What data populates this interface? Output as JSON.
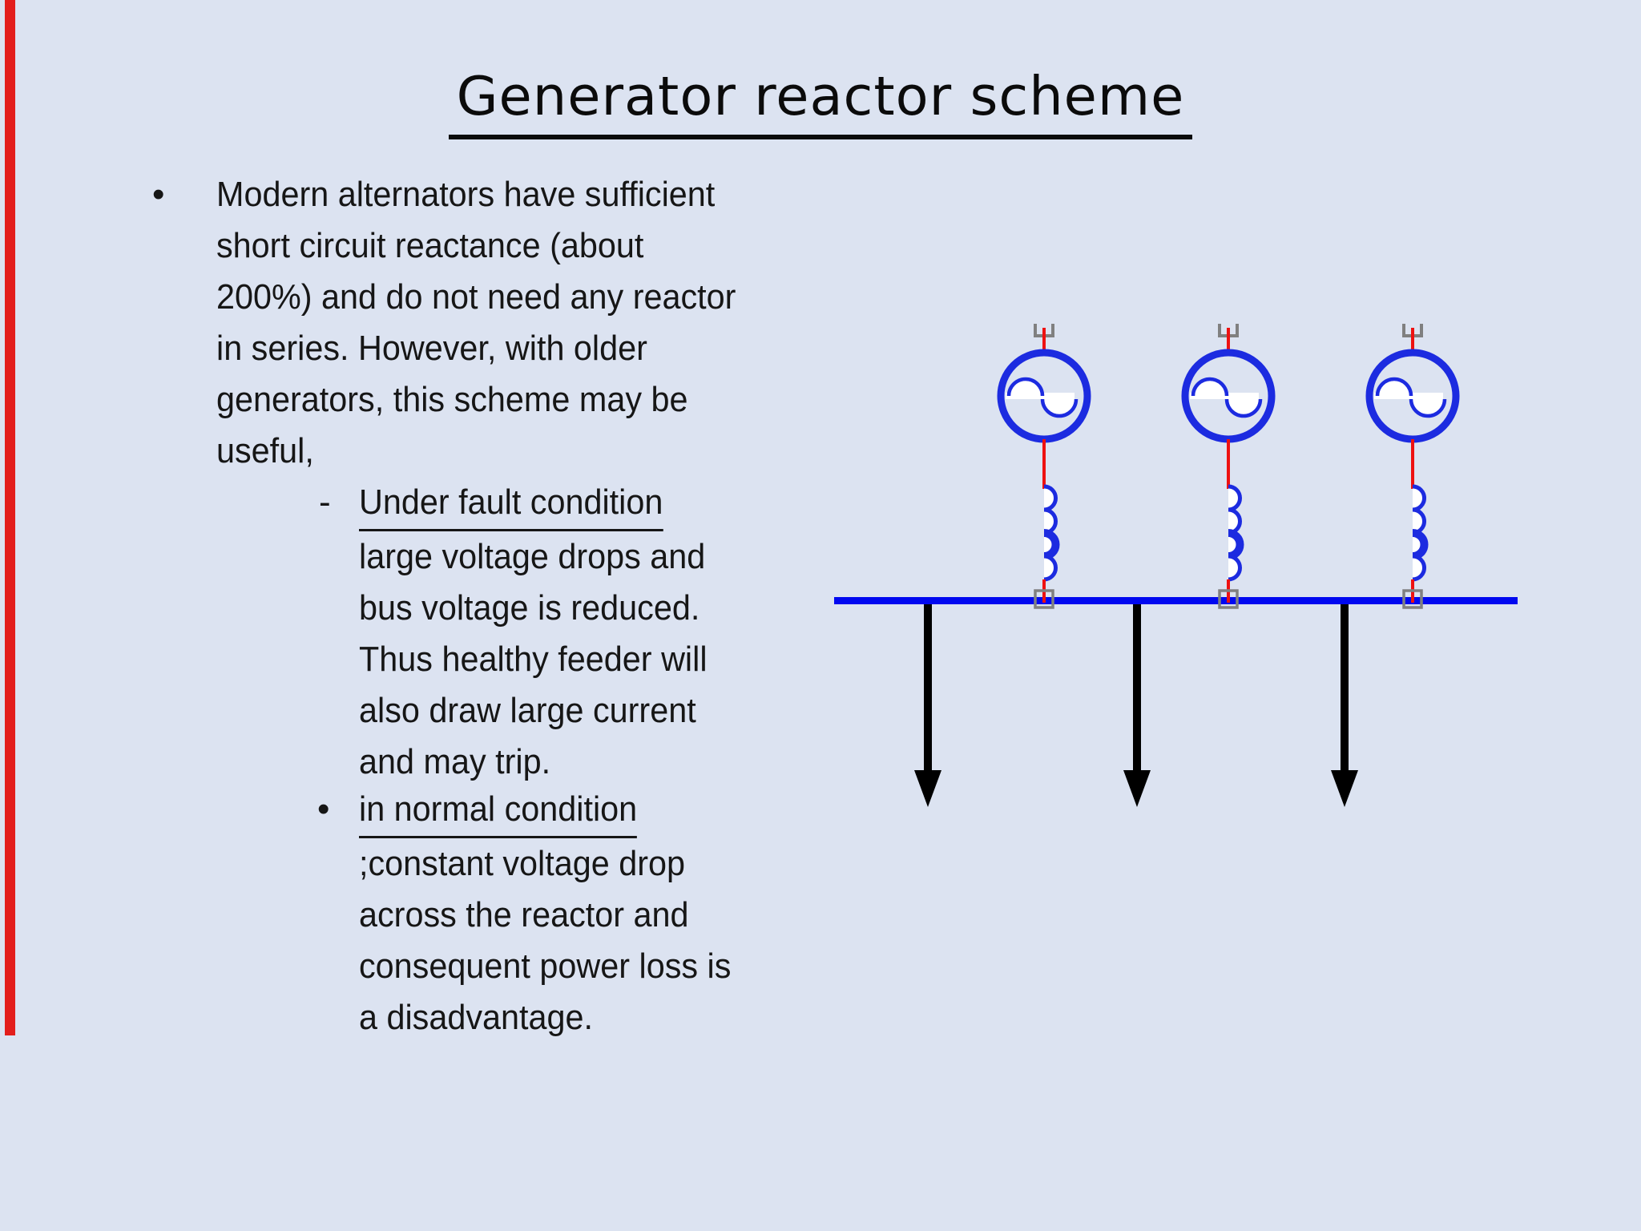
{
  "slide": {
    "title": "Generator reactor scheme",
    "background_color": "#dce3f1",
    "text_color": "#161616",
    "edge_stripe_color": "#e31e1c",
    "bullets": {
      "main": {
        "marker": "•",
        "text": "Modern alternators have sufficient\nshort circuit reactance (about\n200%) and do not need any reactor\nin series. However, with older\ngenerators, this scheme may be\nuseful,"
      },
      "sub1": {
        "marker": "-",
        "title": "Under fault condition",
        "body": "large voltage drops and\nbus voltage is reduced.\nThus healthy feeder will\nalso draw large current\nand may trip."
      },
      "sub2": {
        "marker": "•",
        "title": "in normal condition",
        "body": ";constant voltage drop\nacross the reactor and\nconsequent power loss is\na disadvantage."
      }
    }
  },
  "diagram": {
    "generator_count": 3,
    "feeder_count": 3,
    "colors": {
      "generator": "#1c2be0",
      "reactor": "#1c2be0",
      "busbar": "#0008f0",
      "connection": "#ee1111",
      "terminal": "#808080",
      "feeder": "#000000"
    }
  }
}
